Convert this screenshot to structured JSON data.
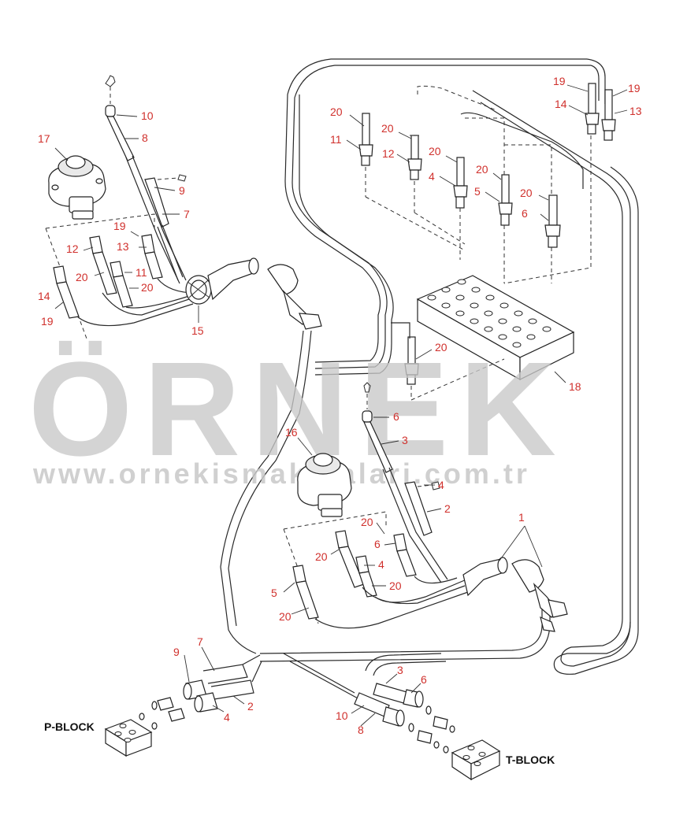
{
  "watermark": {
    "brand": "ÖRNEK",
    "url": "www.ornekismakinalari.com.tr",
    "brand_color": "#c8c8c8",
    "accent_color": "#f2d060"
  },
  "blocks": {
    "p_block": "P-BLOCK",
    "t_block": "T-BLOCK"
  },
  "callout_color": "#d0302c",
  "callouts": [
    {
      "id": "c-10-top",
      "text": "10"
    },
    {
      "id": "c-8-top",
      "text": "8"
    },
    {
      "id": "c-17",
      "text": "17"
    },
    {
      "id": "c-9-top",
      "text": "9"
    },
    {
      "id": "c-7-top",
      "text": "7"
    },
    {
      "id": "c-19-left",
      "text": "19"
    },
    {
      "id": "c-13-left",
      "text": "13"
    },
    {
      "id": "c-12-left",
      "text": "12"
    },
    {
      "id": "c-11-left",
      "text": "11"
    },
    {
      "id": "c-20-left-a",
      "text": "20"
    },
    {
      "id": "c-20-left-b",
      "text": "20"
    },
    {
      "id": "c-14-left",
      "text": "14"
    },
    {
      "id": "c-19-left-b",
      "text": "19"
    },
    {
      "id": "c-15",
      "text": "15"
    },
    {
      "id": "c-20-r1",
      "text": "20"
    },
    {
      "id": "c-11-r",
      "text": "11"
    },
    {
      "id": "c-20-r2",
      "text": "20"
    },
    {
      "id": "c-12-r",
      "text": "12"
    },
    {
      "id": "c-20-r3",
      "text": "20"
    },
    {
      "id": "c-4-r",
      "text": "4"
    },
    {
      "id": "c-20-r4",
      "text": "20"
    },
    {
      "id": "c-5-r",
      "text": "5"
    },
    {
      "id": "c-20-r5",
      "text": "20"
    },
    {
      "id": "c-6-r",
      "text": "6"
    },
    {
      "id": "c-19-tr-a",
      "text": "19"
    },
    {
      "id": "c-14-tr",
      "text": "14"
    },
    {
      "id": "c-19-tr-b",
      "text": "19"
    },
    {
      "id": "c-13-tr",
      "text": "13"
    },
    {
      "id": "c-20-block",
      "text": "20"
    },
    {
      "id": "c-18",
      "text": "18"
    },
    {
      "id": "c-6-mid",
      "text": "6"
    },
    {
      "id": "c-16",
      "text": "16"
    },
    {
      "id": "c-3-mid",
      "text": "3"
    },
    {
      "id": "c-4-mid",
      "text": "4"
    },
    {
      "id": "c-2-mid",
      "text": "2"
    },
    {
      "id": "c-1",
      "text": "1"
    },
    {
      "id": "c-20-lo-a",
      "text": "20"
    },
    {
      "id": "c-6-lo",
      "text": "6"
    },
    {
      "id": "c-20-lo-b",
      "text": "20"
    },
    {
      "id": "c-4-lo",
      "text": "4"
    },
    {
      "id": "c-5-lo",
      "text": "5"
    },
    {
      "id": "c-20-lo-c",
      "text": "20"
    },
    {
      "id": "c-20-lo-d",
      "text": "20"
    },
    {
      "id": "c-9-bot",
      "text": "9"
    },
    {
      "id": "c-7-bot",
      "text": "7"
    },
    {
      "id": "c-2-bot",
      "text": "2"
    },
    {
      "id": "c-4-bot",
      "text": "4"
    },
    {
      "id": "c-3-bot",
      "text": "3"
    },
    {
      "id": "c-6-bot",
      "text": "6"
    },
    {
      "id": "c-10-bot",
      "text": "10"
    },
    {
      "id": "c-8-bot",
      "text": "8"
    }
  ]
}
